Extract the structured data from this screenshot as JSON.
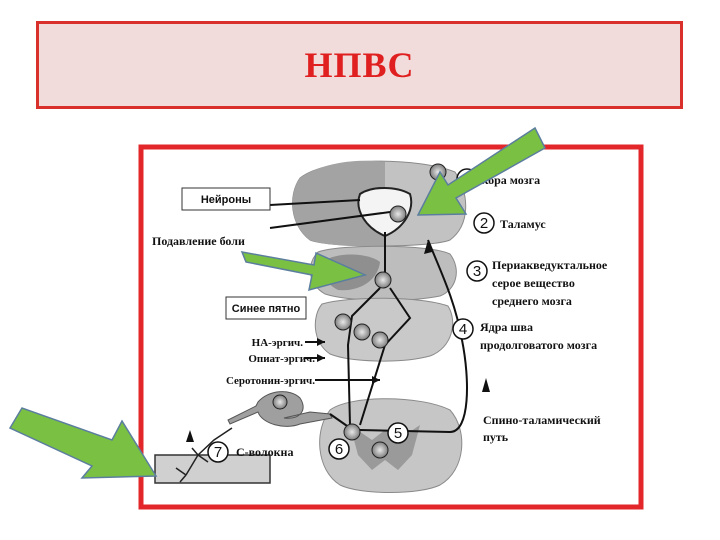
{
  "title": "НПВС",
  "colors": {
    "frame": "#e3262a",
    "title_bg": "#f2dcdb",
    "title_text": "#e02020",
    "arrow_fill": "#7ac143",
    "arrow_stroke": "#5b7e9e",
    "brain_gray": "#b9b9b9"
  },
  "labels": {
    "neurons": "Нейроны",
    "pain_suppression": "Подавление боли",
    "locus_coeruleus": "Синее пятно",
    "na_ergic": "НА-эргич.",
    "opiate_ergic": "Опиат-эргич.",
    "serotonin_ergic": "Серотонин-эргич.",
    "c_fibers": "С-волокна",
    "spinothalamic_1": "Спино-таламический",
    "spinothalamic_2": "путь"
  },
  "structures": [
    {
      "num": "1",
      "name": "Кора мозга"
    },
    {
      "num": "2",
      "name": "Таламус"
    },
    {
      "num": "3",
      "name_lines": [
        "Периакведуктальное",
        "серое вещество",
        "среднего мозга"
      ]
    },
    {
      "num": "4",
      "name_lines": [
        "Ядра шва",
        "продолговатого мозга"
      ]
    },
    {
      "num": "5"
    },
    {
      "num": "6"
    },
    {
      "num": "7"
    }
  ],
  "icons": [
    "green-arrow-icon",
    "neuron-icon",
    "nerve-ending-icon"
  ]
}
